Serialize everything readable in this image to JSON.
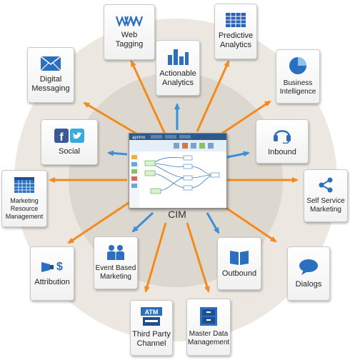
{
  "center": {
    "label": "CIM",
    "app_logo": "aprimo"
  },
  "colors": {
    "outer_arrow": "#f28a1e",
    "inner_arrow": "#3a8fd8",
    "ring": "#ece8e1",
    "inner_ring": "#ddd8cf"
  },
  "nodes": [
    {
      "id": "web-tagging",
      "label": "Web\nTagging",
      "icon": "www-icon"
    },
    {
      "id": "predictive-analytics",
      "label": "Predictive\nAnalytics",
      "icon": "grid-table-icon"
    },
    {
      "id": "actionable-analytics",
      "label": "Actionable\nAnalytics",
      "icon": "bar-chart-icon"
    },
    {
      "id": "digital-messaging",
      "label": "Digital\nMessaging",
      "icon": "envelope-icon"
    },
    {
      "id": "business-intelligence",
      "label": "Business\nIntelligence",
      "icon": "pie-chart-icon"
    },
    {
      "id": "social",
      "label": "Social",
      "icon": "facebook-twitter-icon"
    },
    {
      "id": "inbound",
      "label": "Inbound",
      "icon": "headset-icon"
    },
    {
      "id": "marketing-resource-management",
      "label": "Marketing\nResource\nManagement",
      "icon": "calendar-grid-icon"
    },
    {
      "id": "self-service-marketing",
      "label": "Self Service\nMarketing",
      "icon": "share-icon"
    },
    {
      "id": "event-based-marketing",
      "label": "Event Based\nMarketing",
      "icon": "people-icon"
    },
    {
      "id": "outbound",
      "label": "Outbound",
      "icon": "book-icon"
    },
    {
      "id": "attribution",
      "label": "Attribution",
      "icon": "money-attribution-icon"
    },
    {
      "id": "dialogs",
      "label": "Dialogs",
      "icon": "speech-bubble-icon"
    },
    {
      "id": "third-party-channel",
      "label": "Third Party\nChannel",
      "icon": "atm-icon"
    },
    {
      "id": "master-data-management",
      "label": "Master Data\nManagement",
      "icon": "file-cabinet-icon"
    }
  ],
  "atm_text": "ATM",
  "money_symbol": "$"
}
